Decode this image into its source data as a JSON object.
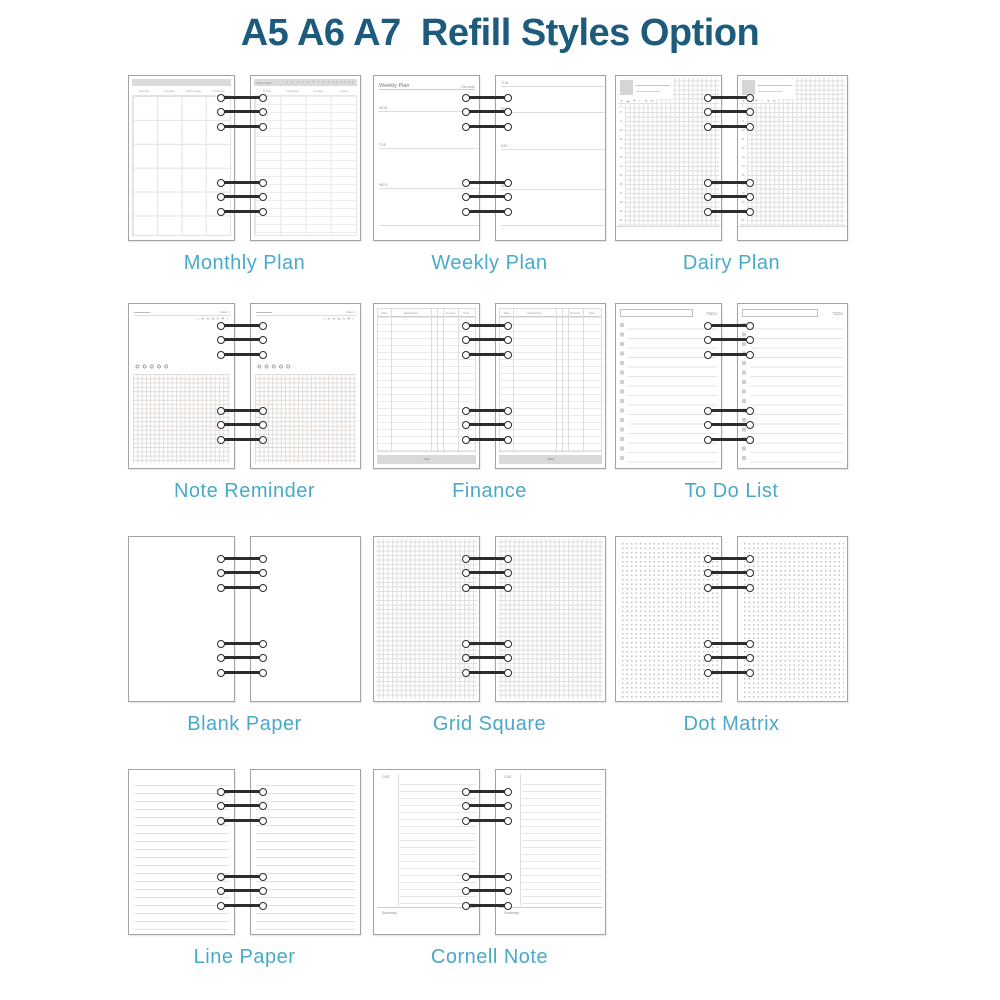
{
  "title": "A5 A6 A7  Refill Styles Option",
  "colors": {
    "title": "#1d5b7c",
    "label": "#4aa9c8",
    "ring": "#2d2d2d",
    "page_border": "#a3a3a3"
  },
  "labels": {
    "monthly": "Monthly Plan",
    "weekly": "Weekly Plan",
    "dairy": "Dairy Plan",
    "note": "Note Reminder",
    "finance": "Finance",
    "todo": "To Do List",
    "blank": "Blank Paper",
    "grid": "Grid Square",
    "dot": "Dot Matrix",
    "line": "Line Paper",
    "cornell": "Cornell Note"
  },
  "monthly": {
    "left_columns": [
      "Monday",
      "Tuesday",
      "Wednesday",
      "Thursday"
    ],
    "right_header": "This month",
    "right_numbers": "1 2 3 4 5 6 7 8 9 10 11 12",
    "right_columns": [
      "Friday",
      "Saturday",
      "Sunday",
      "Notes"
    ]
  },
  "weekly": {
    "title": "Weekly Plan",
    "subtitle": "This week",
    "left_days": [
      "MON",
      "TUE",
      "WED"
    ],
    "right_days": [
      "THU",
      "FRI",
      "SAT",
      "SUN"
    ]
  },
  "dairy": {
    "icons": "☀ ☁ ☂ ☾ ✈ ✉",
    "times": "8\n9\n10\n11\n12\n13\n14\n15\n16\n17\n18\n19\n20"
  },
  "note": {
    "date": "Date  /  /",
    "icons": "♪ ✈ ☀ ✉ ✎ ☂ ☾"
  },
  "finance": {
    "columns": [
      "Date",
      "Description",
      "",
      "",
      "Amount",
      "Note"
    ],
    "total": "Total"
  },
  "todo": {
    "header": "ToDo"
  },
  "cornell": {
    "cue": "CUE",
    "summary": "Summary"
  }
}
